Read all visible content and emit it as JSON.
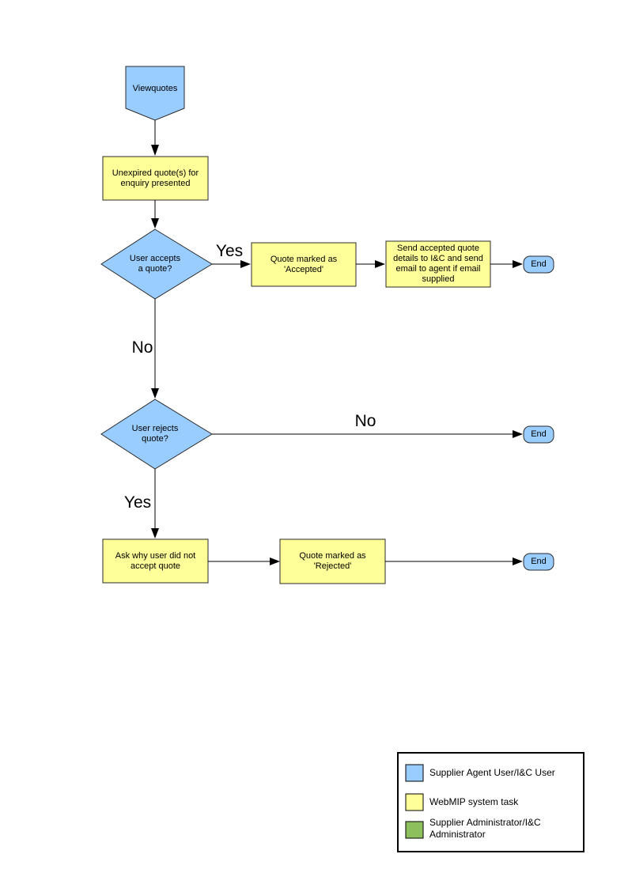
{
  "colors": {
    "node_blue": "#99CCFF",
    "node_yellow": "#FFFF99",
    "legend_green": "#8DC05C",
    "line": "#000000"
  },
  "flowchart": {
    "start": {
      "label": "Viewquotes"
    },
    "unexpired": {
      "label": "Unexpired quote(s) for enquiry presented"
    },
    "accepts_decision": {
      "label": "User accepts a quote?"
    },
    "marked_accepted": {
      "label": "Quote  marked as 'Accepted'"
    },
    "send_details": {
      "label": "Send accepted quote details to I&C and send email to agent if email supplied"
    },
    "rejects_decision": {
      "label": "User rejects quote?"
    },
    "ask_why": {
      "label": "Ask why user did not accept quote"
    },
    "marked_rejected": {
      "label": "Quote  marked as 'Rejected'"
    },
    "end_label": "End",
    "edge_labels": {
      "accept_yes": "Yes",
      "accept_no": "No",
      "reject_no": "No",
      "reject_yes": "Yes"
    }
  },
  "legend": {
    "items": [
      {
        "label": "Supplier Agent User/I&C User",
        "color": "#99CCFF"
      },
      {
        "label": "WebMIP system task",
        "color": "#FFFF99"
      },
      {
        "label": "Supplier Administrator/I&C Administrator",
        "color": "#8DC05C"
      }
    ]
  }
}
